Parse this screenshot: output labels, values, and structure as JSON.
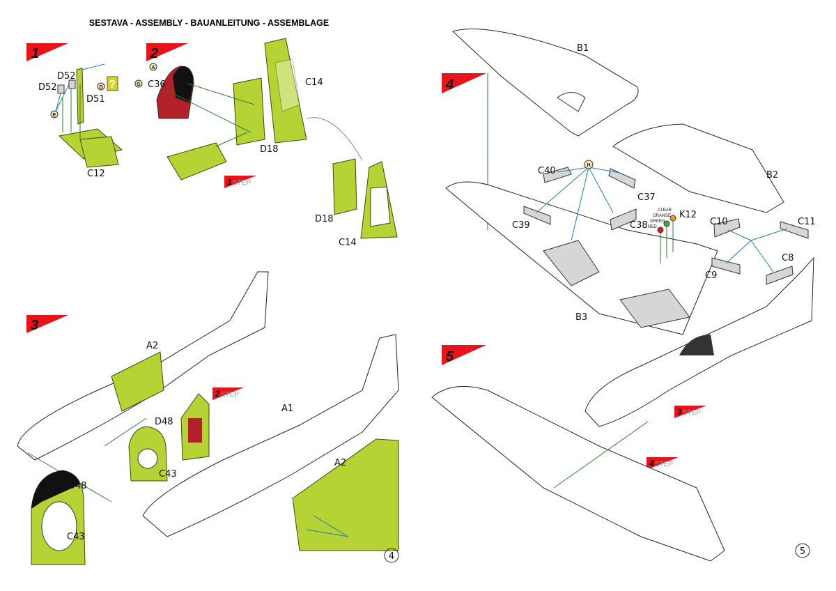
{
  "title": "SESTAVA -  ASSEMBLY - BAUANLEITUNG - ASSEMBLAGE",
  "steps": [
    "1",
    "2",
    "3",
    "4",
    "5"
  ],
  "step_refs": [
    {
      "num": "1",
      "label": "STEP"
    },
    {
      "num": "2",
      "label": "STEP"
    },
    {
      "num": "3",
      "label": "STEP"
    },
    {
      "num": "4",
      "label": "STEP"
    }
  ],
  "parts": [
    "D52",
    "D52",
    "D51",
    "C12",
    "C36",
    "C14",
    "D18",
    "D18",
    "C14",
    "A2",
    "D48",
    "C43",
    "D48",
    "C43",
    "A1",
    "A2",
    "B1",
    "B2",
    "B3",
    "C40",
    "C37",
    "C39",
    "C38",
    "K12",
    "C10",
    "C11",
    "C9",
    "C8"
  ],
  "lens_colors": [
    "CLEAR",
    "ORANGE",
    "GREEN",
    "RED"
  ],
  "paint_codes": [
    "A",
    "D",
    "E",
    "G",
    "H"
  ],
  "unknown_symbol": "?",
  "page_numbers": [
    "4",
    "5"
  ],
  "colors": {
    "step_flag": "#e8141c",
    "part_green": "#b5d334",
    "seat_red": "#b3202a",
    "guide_green": "#2f7d2f",
    "guide_blue": "#1d7fb0",
    "question_box": "#d8d41c"
  }
}
